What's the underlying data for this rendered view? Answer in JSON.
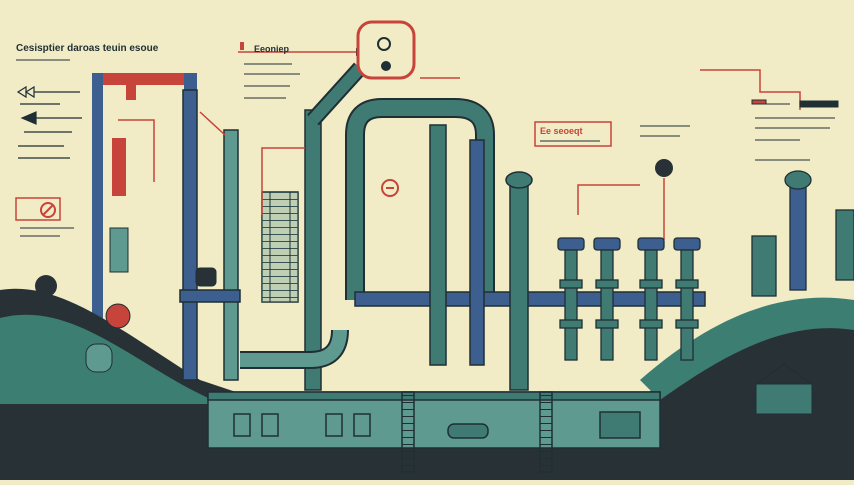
{
  "diagram": {
    "title": "Cesisptier daroas teuin esoue",
    "callout_top": "Eeoniep",
    "callout_mid": "Ee seoeqt",
    "colors": {
      "background": "#f1ebc6",
      "pipe_teal": "#3f7a73",
      "pipe_teal_light": "#5e9a8f",
      "pipe_blue": "#3c5f8f",
      "outline": "#1f2f34",
      "accent_red": "#c7443a",
      "ground_dark": "#283236",
      "ground_teal": "#3d7e73"
    }
  }
}
